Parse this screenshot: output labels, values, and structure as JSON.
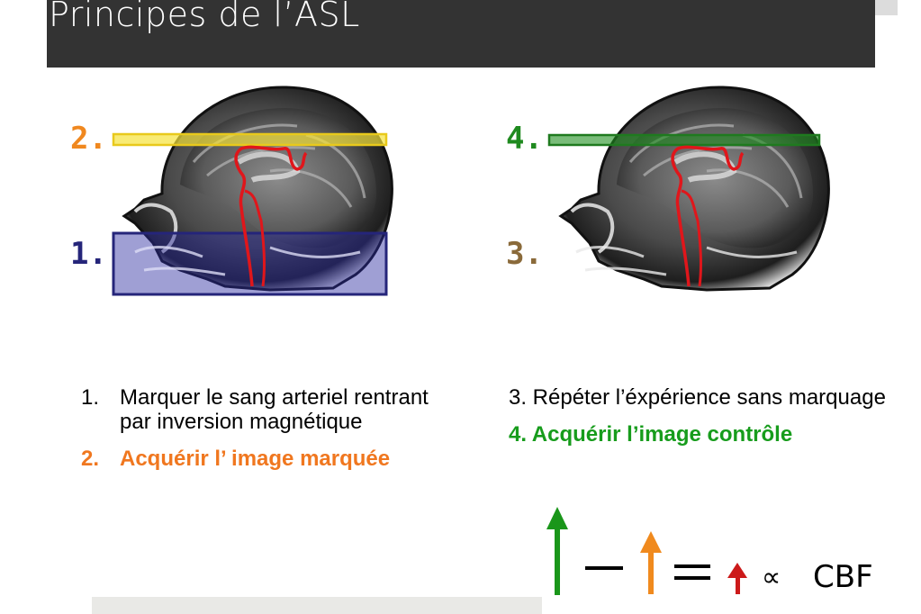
{
  "slide": {
    "title": "Principes de l’ASL"
  },
  "figure": {
    "left_labels": [
      "2.",
      "1."
    ],
    "right_labels": [
      "4.",
      "3."
    ],
    "colors": {
      "label_orange": "#f0881f",
      "label_blue": "#25257a",
      "label_green": "#1f8a1f",
      "label_brown": "#8a6a3a",
      "imaging_slab_yellow": "#f5e33a",
      "inversion_slab_blue": "#2a2aa0",
      "control_slab_green": "#1f8f1f",
      "artery_red": "#e0161b"
    }
  },
  "steps_left": [
    {
      "num": "1.",
      "text": "Marquer le sang arteriel rentrant par inversion magnétique"
    },
    {
      "num": "2.",
      "text": "Acquérir l’ image marquée"
    }
  ],
  "steps_right": [
    {
      "text": "3. Répéter l’éxpérience sans marquage"
    },
    {
      "text": "4.  Acquérir l’image contrôle"
    }
  ],
  "formula": {
    "minus": "—",
    "equals": "=",
    "proportional": "∝",
    "result": "CBF",
    "colors": {
      "green": "#1a961a",
      "orange": "#f08a1e",
      "red": "#cc1a1a"
    }
  }
}
